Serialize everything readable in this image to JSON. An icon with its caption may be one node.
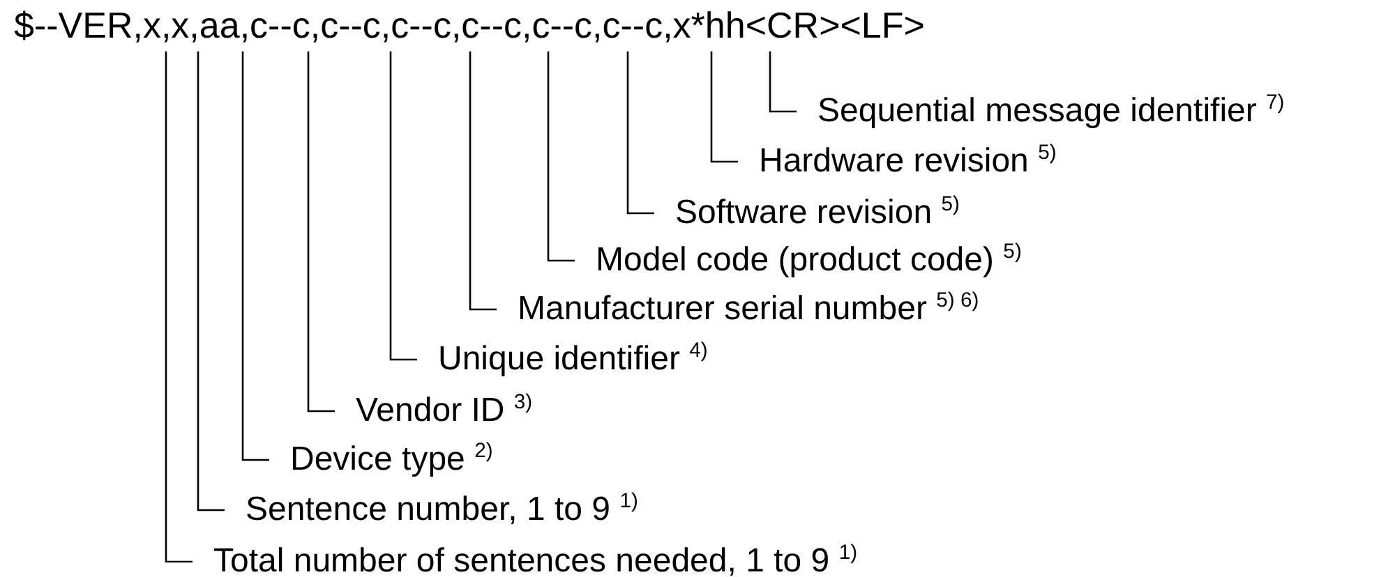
{
  "diagram": {
    "nodes": [
      {
        "text": [
          "$--VER,x,x,aa,c--c,c--c,c--c,c--c,c--c,c--c,x*hh<CR><LF>"
        ]
      },
      {
        "text": [
          "Sequential message identifier $^{7)}$"
        ]
      },
      {
        "text": [
          "Hardware revision $^{5)}$"
        ]
      },
      {
        "text": [
          "Software revision $^{5)}$"
        ]
      },
      {
        "text": [
          "Model code (product code) $^{5)}$"
        ]
      },
      {
        "text": [
          "Manufacturer serial number $^{5) 6)}$"
        ]
      },
      {
        "text": [
          "Unique identifier $^{4)}$"
        ]
      },
      {
        "text": [
          "Vendor ID $^{3)}$"
        ]
      },
      {
        "text": [
          "Device type $^{2)}$"
        ]
      },
      {
        "text": [
          "Sentence number, 1 to 9 $^{1)}$"
        ]
      },
      {
        "text": [
          "Total number of sentences needed, 1 to 9 $^{1)}$"
        ]
      }
    ],
    "edges": [
      {
        "from": 1,
        "to": 0,
        "arrow": "none"
      },
      {
        "from": 2,
        "to": 0,
        "arrow": "none"
      },
      {
        "from": 3,
        "to": 0,
        "arrow": "none"
      },
      {
        "from": 4,
        "to": 0,
        "arrow": "none"
      },
      {
        "from": 5,
        "to": 0,
        "arrow": "none"
      },
      {
        "from": 6,
        "to": 0,
        "arrow": "none"
      },
      {
        "from": 7,
        "to": 0,
        "arrow": "none"
      },
      {
        "from": 8,
        "to": 0,
        "arrow": "none"
      },
      {
        "from": 9,
        "to": 0,
        "arrow": "none"
      },
      {
        "from": 10,
        "to": 0,
        "arrow": "none"
      }
    ]
  }
}
